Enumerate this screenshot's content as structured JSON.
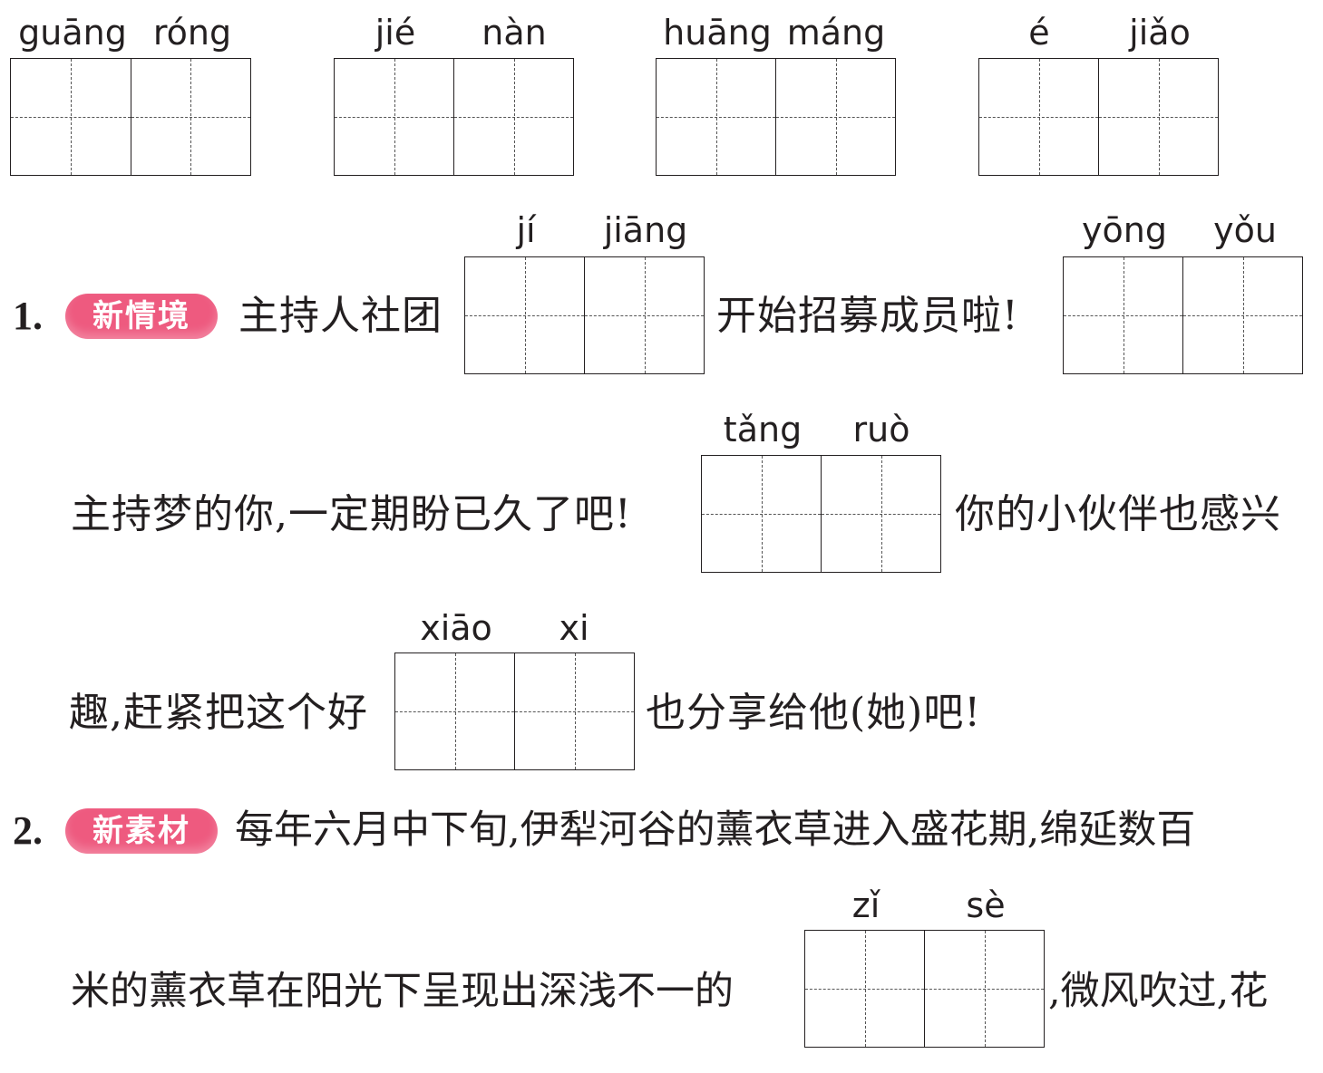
{
  "top_row": [
    {
      "p1": "guāng",
      "p2": "róng"
    },
    {
      "p1": "jié",
      "p2": "nàn"
    },
    {
      "p1": "huāng",
      "p2": "máng"
    },
    {
      "p1": "é",
      "p2": "jiǎo"
    }
  ],
  "q1": {
    "number": "1.",
    "tag": "新情境",
    "box1": {
      "p1": "jí",
      "p2": "jiāng"
    },
    "box2": {
      "p1": "yōng",
      "p2": "yǒu"
    },
    "box3": {
      "p1": "tǎng",
      "p2": "ruò"
    },
    "box4": {
      "p1": "xiāo",
      "p2": "xi"
    },
    "line1_a": "主持人社团",
    "line1_b": "开始招募成员啦!",
    "line2_a": "主持梦的你,一定期盼已久了吧!",
    "line2_b": "你的小伙伴也感兴",
    "line3_a": "趣,赶紧把这个好",
    "line3_b": "也分享给他(她)吧!"
  },
  "q2": {
    "number": "2.",
    "tag": "新素材",
    "line1": "每年六月中下旬,伊犁河谷的薰衣草进入盛花期,绵延数百",
    "box1": {
      "p1": "zǐ",
      "p2": "sè"
    },
    "line2_a": "米的薰衣草在阳光下呈现出深浅不一的",
    "line2_b": ",微风吹过,花"
  },
  "colors": {
    "tag_bg": "#ee5a7f",
    "ink": "#231f20"
  }
}
